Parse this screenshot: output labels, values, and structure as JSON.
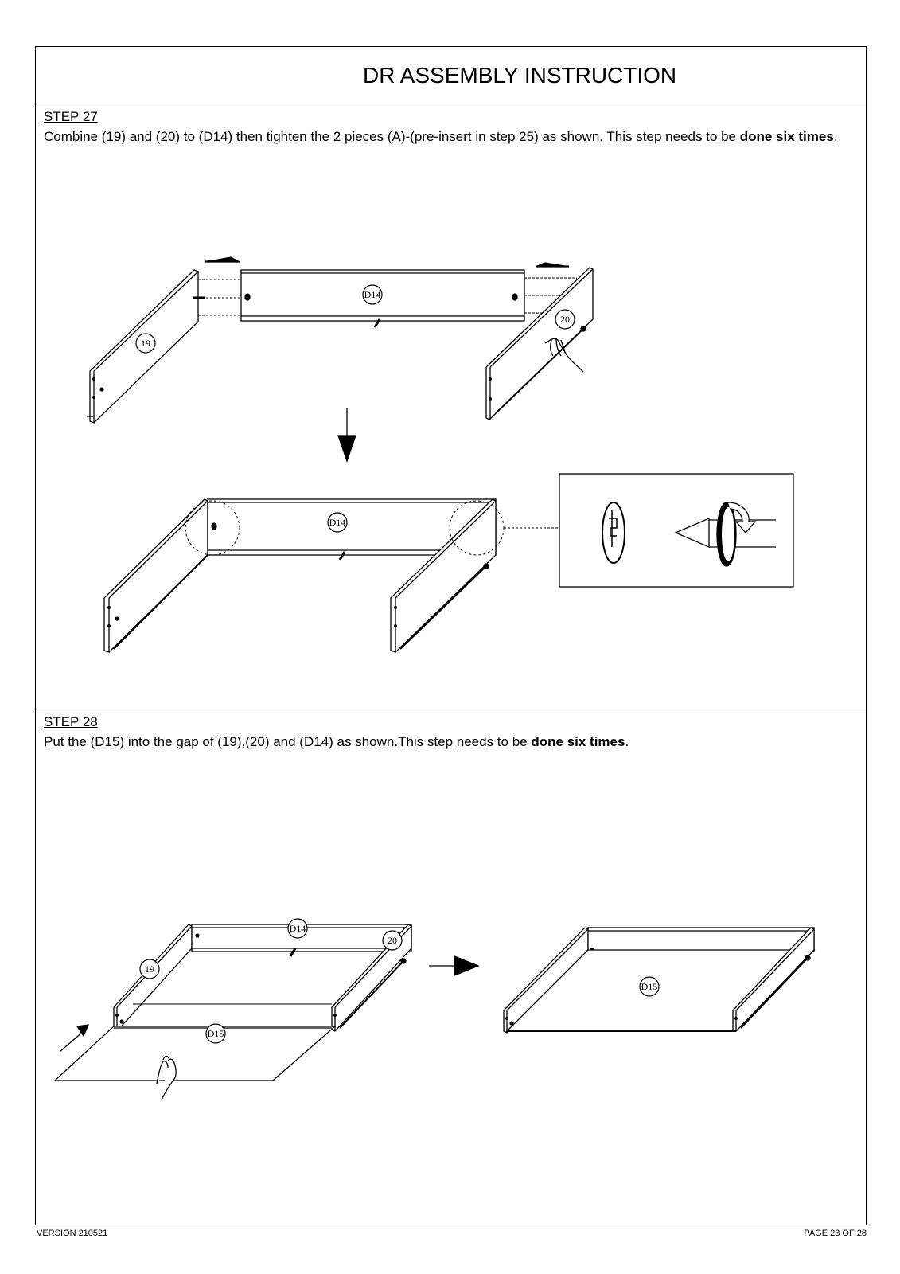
{
  "page_title": "DR ASSEMBLY INSTRUCTION",
  "step27": {
    "heading": "STEP 27",
    "text_main": "Combine (19) and (20) to (D14) then tighten the 2 pieces (A)-(pre-insert in step 25) as shown. This step needs to be ",
    "text_bold": "done six times",
    "text_end": ".",
    "labels": {
      "part19": "19",
      "part20": "20",
      "partD14_top": "D14",
      "partD14_bottom": "D14"
    }
  },
  "step28": {
    "heading": "STEP 28",
    "text_main": "Put the (D15) into the gap of (19),(20) and (D14) as shown.This step needs to be ",
    "text_bold": "done six times",
    "text_end": ".",
    "labels": {
      "part19": "19",
      "part20": "20",
      "partD14": "D14",
      "partD15_left": "D15",
      "partD15_right": "D15"
    }
  },
  "footer": {
    "version": "VERSION 210521",
    "page": "PAGE 23 OF 28"
  }
}
